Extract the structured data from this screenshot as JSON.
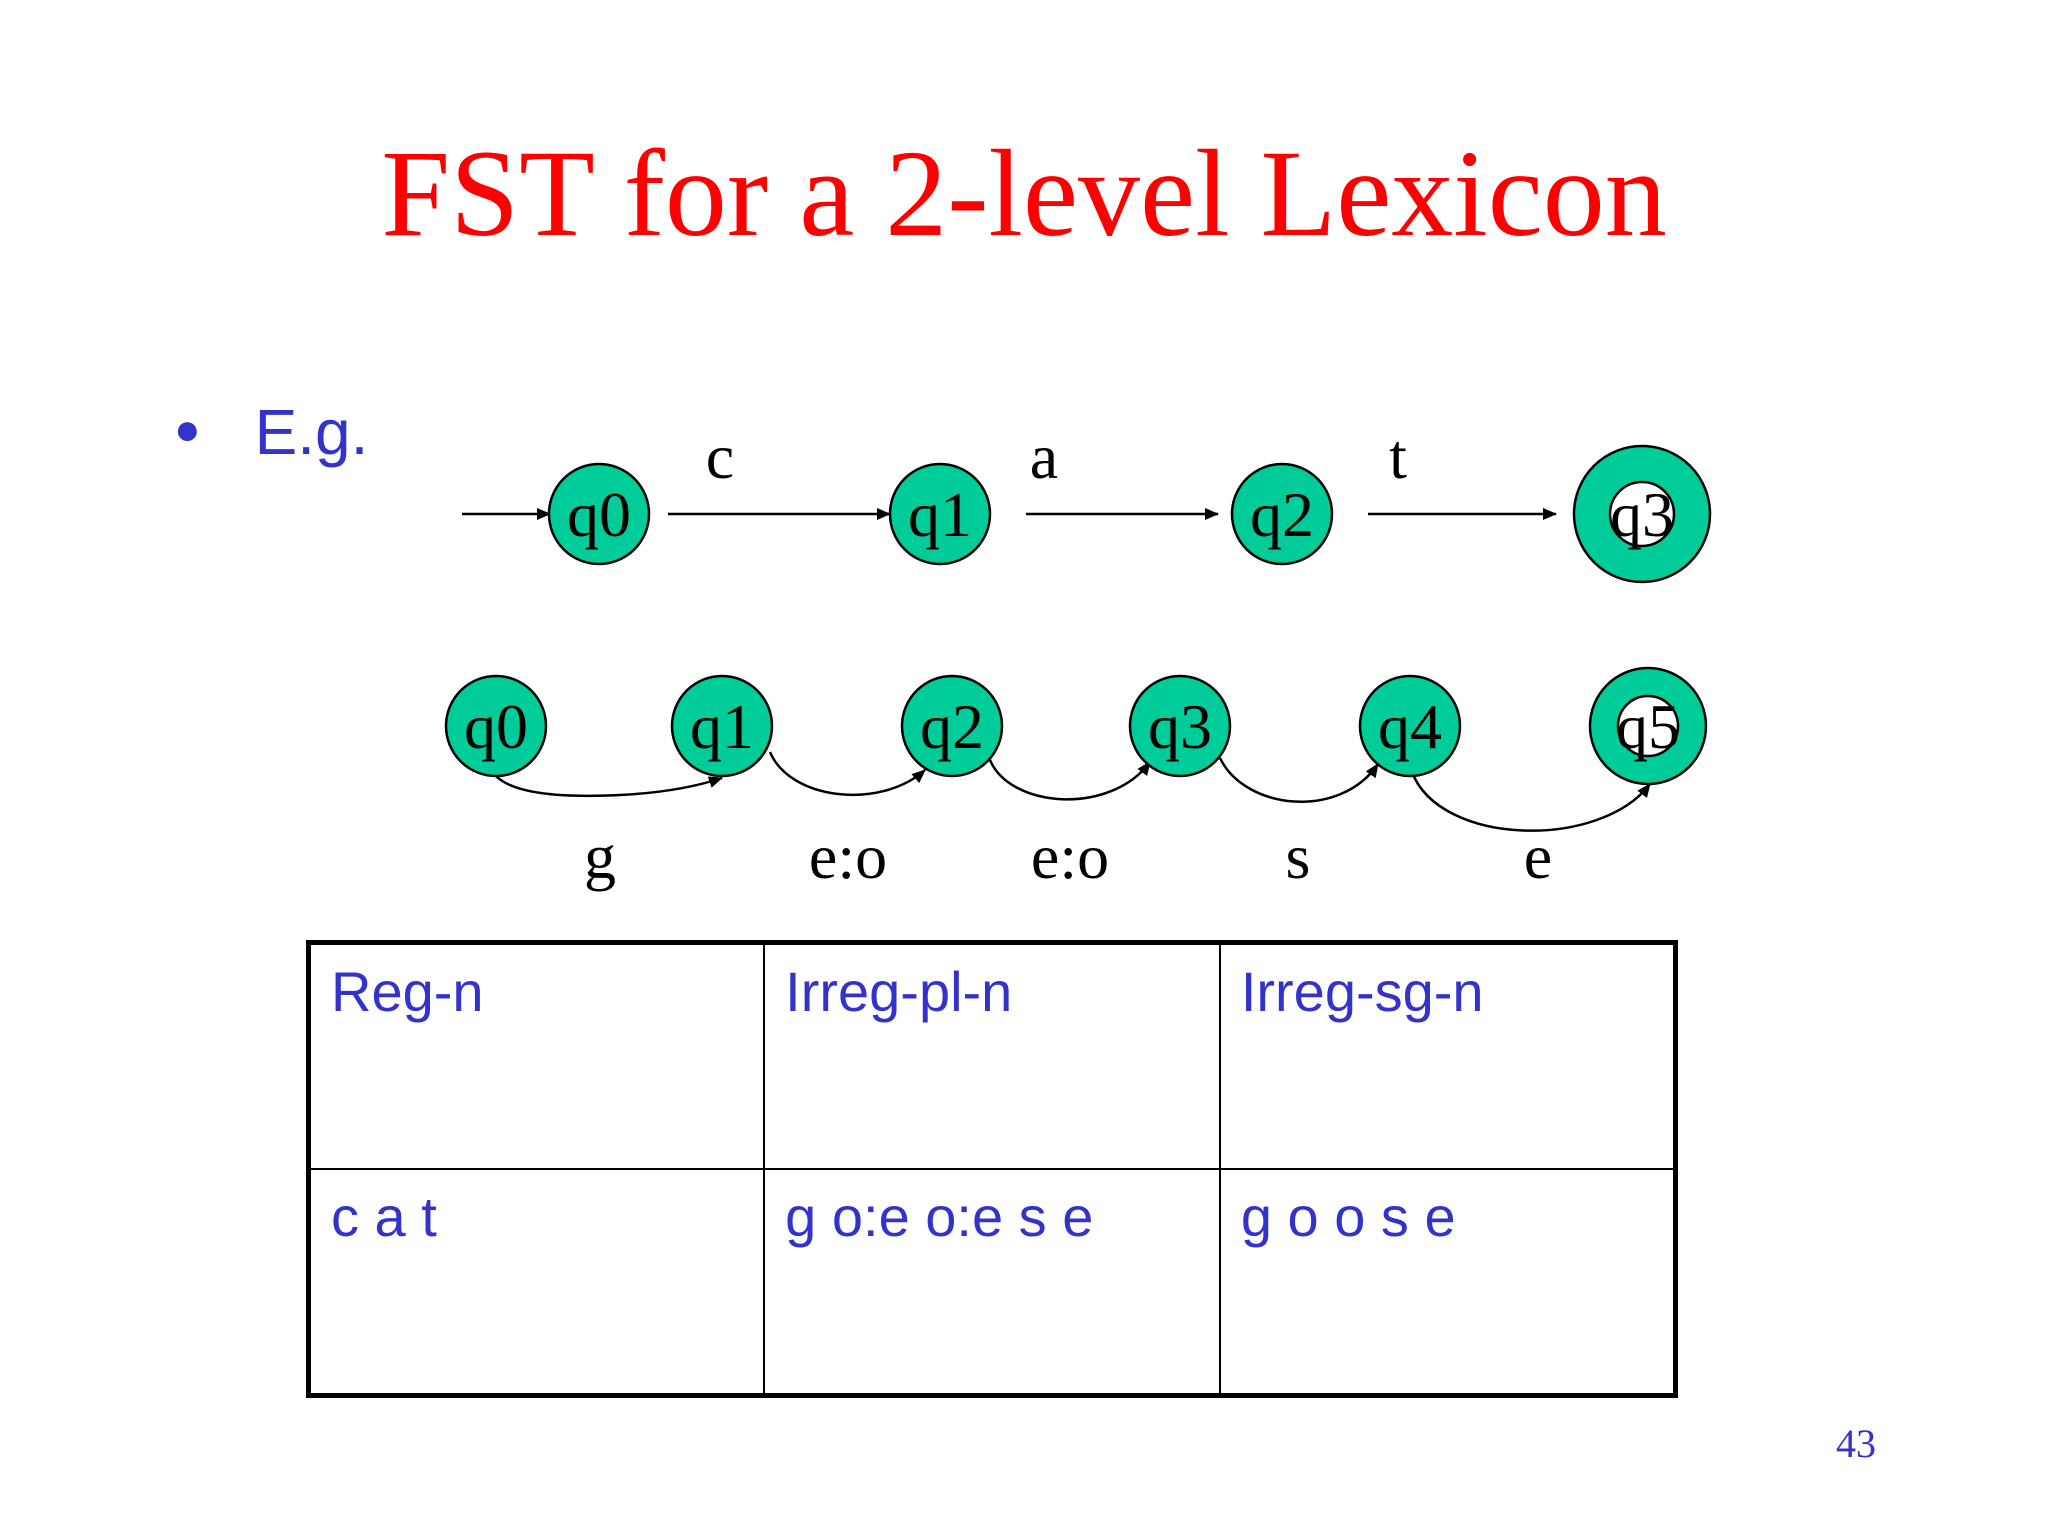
{
  "title": "FST for a 2-level Lexicon",
  "bullet": "E.g.",
  "fst_cat": {
    "states": [
      "q0",
      "q1",
      "q2",
      "q3"
    ],
    "edge_labels": [
      "c",
      "a",
      "t"
    ]
  },
  "fst_goose": {
    "states": [
      "q0",
      "q1",
      "q2",
      "q3",
      "q4",
      "q5"
    ],
    "edge_labels": [
      "g",
      "e:o",
      "e:o",
      "s",
      "e"
    ]
  },
  "table": {
    "headers": [
      "Reg-n",
      "Irreg-pl-n",
      "Irreg-sg-n"
    ],
    "row": [
      "c a t",
      "g o:e o:e s e",
      "g o o s e"
    ]
  },
  "page_number": "43",
  "colors": {
    "title": "#ff0000",
    "text": "#3333cc",
    "state_fill": "#00cc99"
  }
}
